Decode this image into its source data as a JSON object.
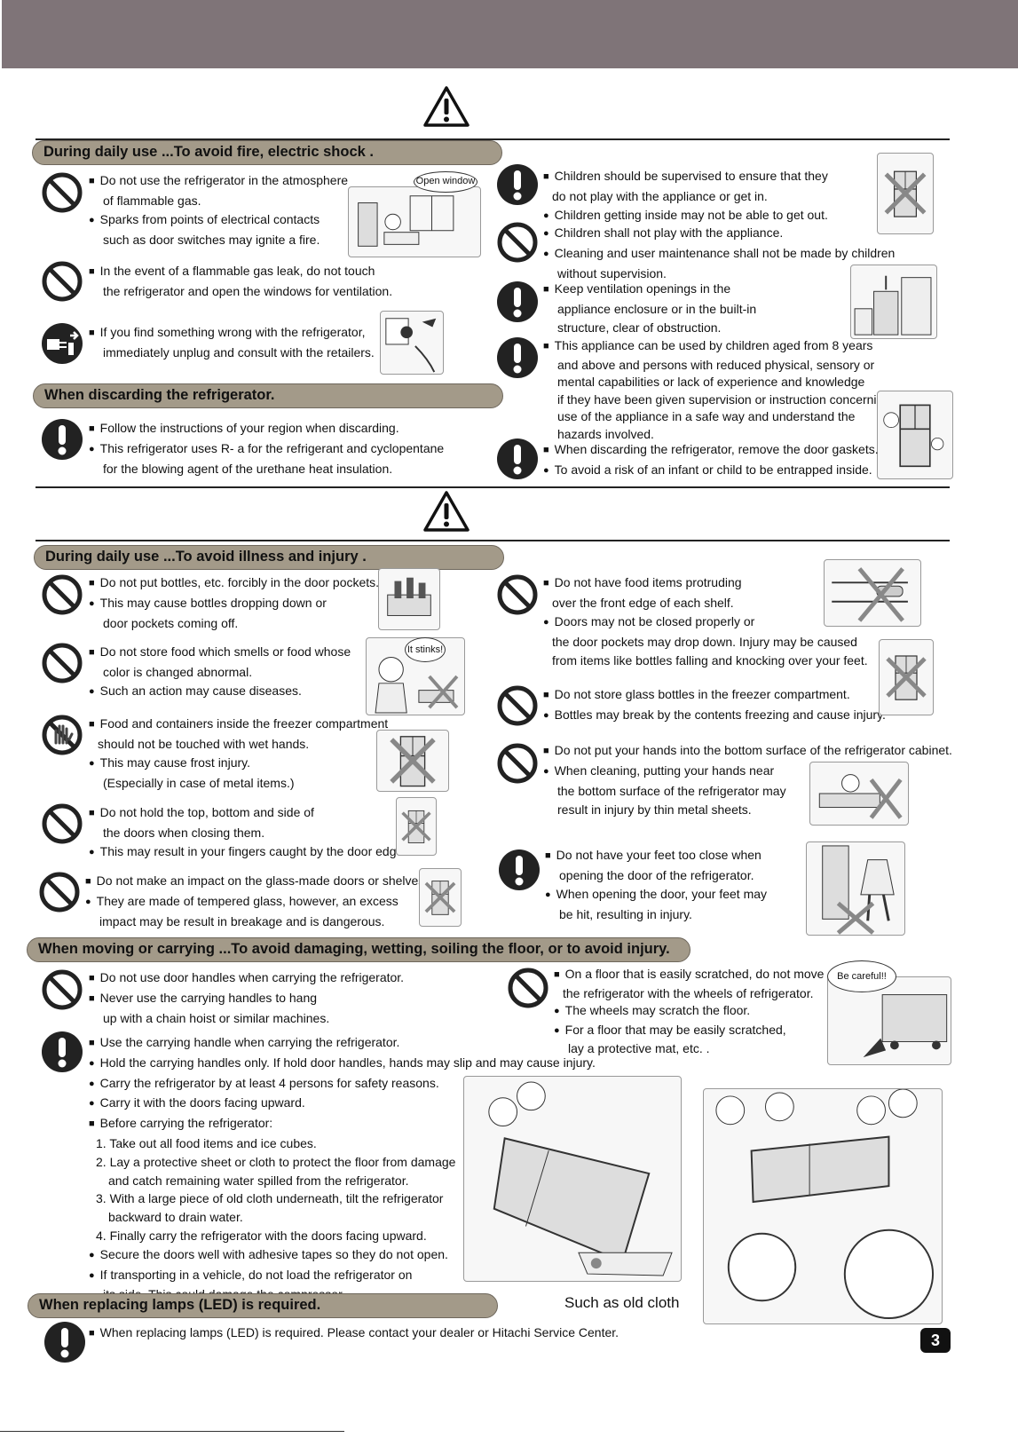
{
  "header": {
    "page_number": "3"
  },
  "fire": {
    "heading": "During daily use ...To avoid fire, electric shock .",
    "flammable": {
      "l1": "Do not use the refrigerator in the atmosphere",
      "l2": "of flammable gas.",
      "l3": "Sparks from points of electrical contacts",
      "l4": "such as door switches may ignite a fire.",
      "bubble": "Open window"
    },
    "gasleak": {
      "l1": "In the event of a flammable gas leak, do not touch",
      "l2": "the refrigerator and open the windows for ventilation."
    },
    "unplug": {
      "l1": "If you find something wrong with the refrigerator,",
      "l2": "immediately unplug and consult with the retailers."
    },
    "children": {
      "l1": "Children should be supervised to ensure that they",
      "l2": "do not play with the appliance or get in.",
      "l3": "Children getting inside may not be able to get out."
    },
    "play": {
      "l1": "Children shall not play with the appliance.",
      "l2": "Cleaning and user maintenance shall not be made by children",
      "l3": "without supervision."
    },
    "vent": {
      "l1": "Keep ventilation openings in the",
      "l2": "appliance enclosure or in the built-in",
      "l3": "structure, clear of obstruction."
    },
    "aged": {
      "l1": "This appliance can be used by children aged from 8 years",
      "l2": "and above and persons with reduced physical, sensory or",
      "l3": "mental capabilities or lack of experience and knowledge",
      "l4": "if they have been given supervision or instruction concerning",
      "l5": "use of the appliance in a safe way and understand the",
      "l6": "hazards involved."
    },
    "gaskets": {
      "l1": "When discarding the refrigerator, remove the door gaskets.",
      "l2": "To avoid a risk of an infant or child to be entrapped inside."
    }
  },
  "discard": {
    "heading": "When discarding the refrigerator.",
    "l1": "Follow the instructions of your region when discarding.",
    "l2": "This refrigerator uses R-       a for the refrigerant and cyclopentane",
    "l3": "for the blowing agent of the urethane heat insulation."
  },
  "illness": {
    "heading": "During daily use ...To avoid  illness and injury .",
    "bottles": {
      "l1": "Do not put bottles, etc. forcibly in the door pockets.",
      "l2": "This may cause bottles dropping down or",
      "l3": "door pockets coming off."
    },
    "smell": {
      "l1": "Do not store food which smells or food whose",
      "l2": "color is changed abnormal.",
      "l3": "Such an action may cause diseases.",
      "bubble": "It stinks!"
    },
    "wethands": {
      "l1": "Food and containers inside the freezer compartment",
      "l2": "should not be touched with wet hands.",
      "l3": "This may cause frost injury.",
      "l4": "(Especially in case of metal items.)"
    },
    "doors": {
      "l1": "Do not hold the top, bottom and side of",
      "l2": "the doors when closing them.",
      "l3": "This may result in your fingers caught by the door edge."
    },
    "glass": {
      "l1": "Do not make an impact on the glass-made doors or shelves.",
      "l2": "They are made of tempered glass, however, an excess",
      "l3": "impact may be result in breakage and is dangerous."
    },
    "protrude": {
      "l1": "Do not have food items protruding",
      "l2": "over the front edge of each shelf.",
      "l3": "Doors may not be closed properly or",
      "l4": "the door pockets may drop down. Injury may be caused",
      "l5": "from items like bottles falling and knocking over your feet."
    },
    "freezerglass": {
      "l1": "Do not store glass bottles in the freezer compartment.",
      "l2": "Bottles may break by the contents freezing and cause injury."
    },
    "bottom": {
      "l1": "Do not put your hands into the bottom surface of the refrigerator cabinet.",
      "l2": "When cleaning, putting your hands near",
      "l3": "the bottom surface of the refrigerator may",
      "l4": "result in injury by thin metal sheets."
    },
    "feet": {
      "l1": "Do not have your feet too close when",
      "l2": "opening the door of the refrigerator.",
      "l3": "When opening the door, your feet may",
      "l4": "be hit, resulting in injury."
    }
  },
  "moving": {
    "heading": "When moving or carrying ...To avoid damaging, wetting, soiling the floor, or to avoid injury.",
    "handles": {
      "l1": "Do not use door handles when carrying the refrigerator.",
      "l2": "Never use the carrying handles to hang",
      "l3": "up with a chain hoist or similar machines."
    },
    "carry": {
      "l1": "Use the carrying handle when carrying the refrigerator.",
      "l2": "Hold the carrying handles only. If hold door handles, hands may slip and may cause injury.",
      "l3": "Carry the refrigerator by at least 4 persons for safety reasons.",
      "l4": "Carry it with the doors facing upward.",
      "l5": "Before carrying the refrigerator:",
      "s1": "1. Take out all food items and ice cubes.",
      "s2a": "2. Lay a protective sheet or cloth to protect the floor from damage",
      "s2b": "and catch remaining water spilled from the refrigerator.",
      "s3a": "3. With a large piece of old cloth underneath, tilt the refrigerator",
      "s3b": "backward to drain water.",
      "s4": "4. Finally carry the refrigerator with the doors facing upward.",
      "l6": "Secure the doors well with adhesive tapes so they do not open.",
      "l7": "If transporting in a vehicle, do not load the refrigerator on",
      "l8": "its side. This could damage the compressor."
    },
    "floor": {
      "l1": "On a floor that is easily scratched, do not move",
      "l2": "the refrigerator with the wheels of refrigerator.",
      "l3": "The wheels may scratch the floor.",
      "l4": "For a floor that may be easily scratched,",
      "l5": "lay a protective mat, etc. .",
      "bubble": "Be careful!!"
    },
    "caption": "Such as old cloth"
  },
  "lamps": {
    "heading": "When replacing lamps (LED) is required.",
    "l1": "When replacing lamps (LED) is required. Please contact your dealer or Hitachi Service Center."
  }
}
